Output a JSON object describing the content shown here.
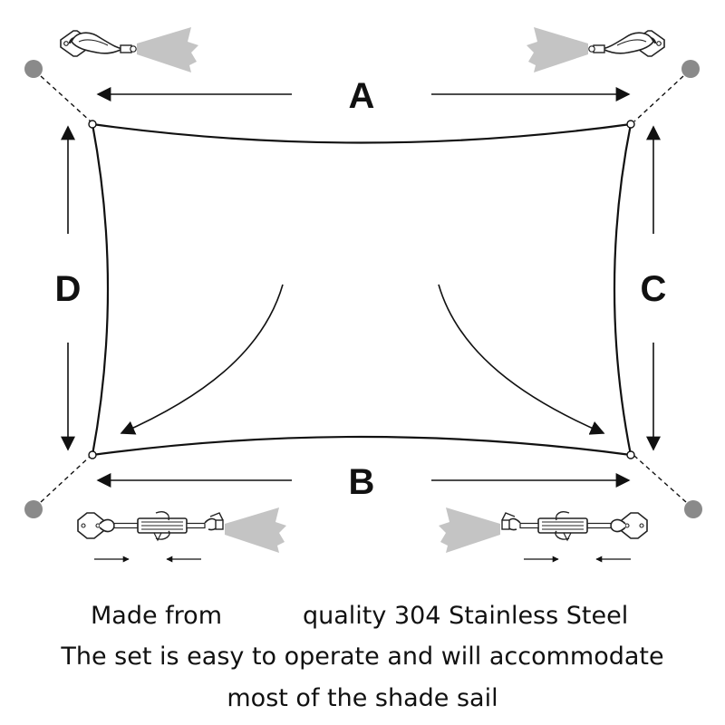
{
  "labels": {
    "top": "A",
    "bottom": "B",
    "right": "C",
    "left": "D"
  },
  "caption": {
    "line1_part1": "Made from",
    "line1_part2": "quality 304 Stainless Steel",
    "line2": "The set is easy to operate and will accommodate",
    "line3": "most of the shade sail"
  },
  "colors": {
    "ink": "#111111",
    "anchor_point": "#8a8a8a",
    "light_beam": "#c4c4c4"
  },
  "icons": [
    "anchor-post-icon",
    "pad-eye-icon",
    "snap-hook-icon",
    "turnbuckle-icon",
    "light-beam-icon"
  ]
}
